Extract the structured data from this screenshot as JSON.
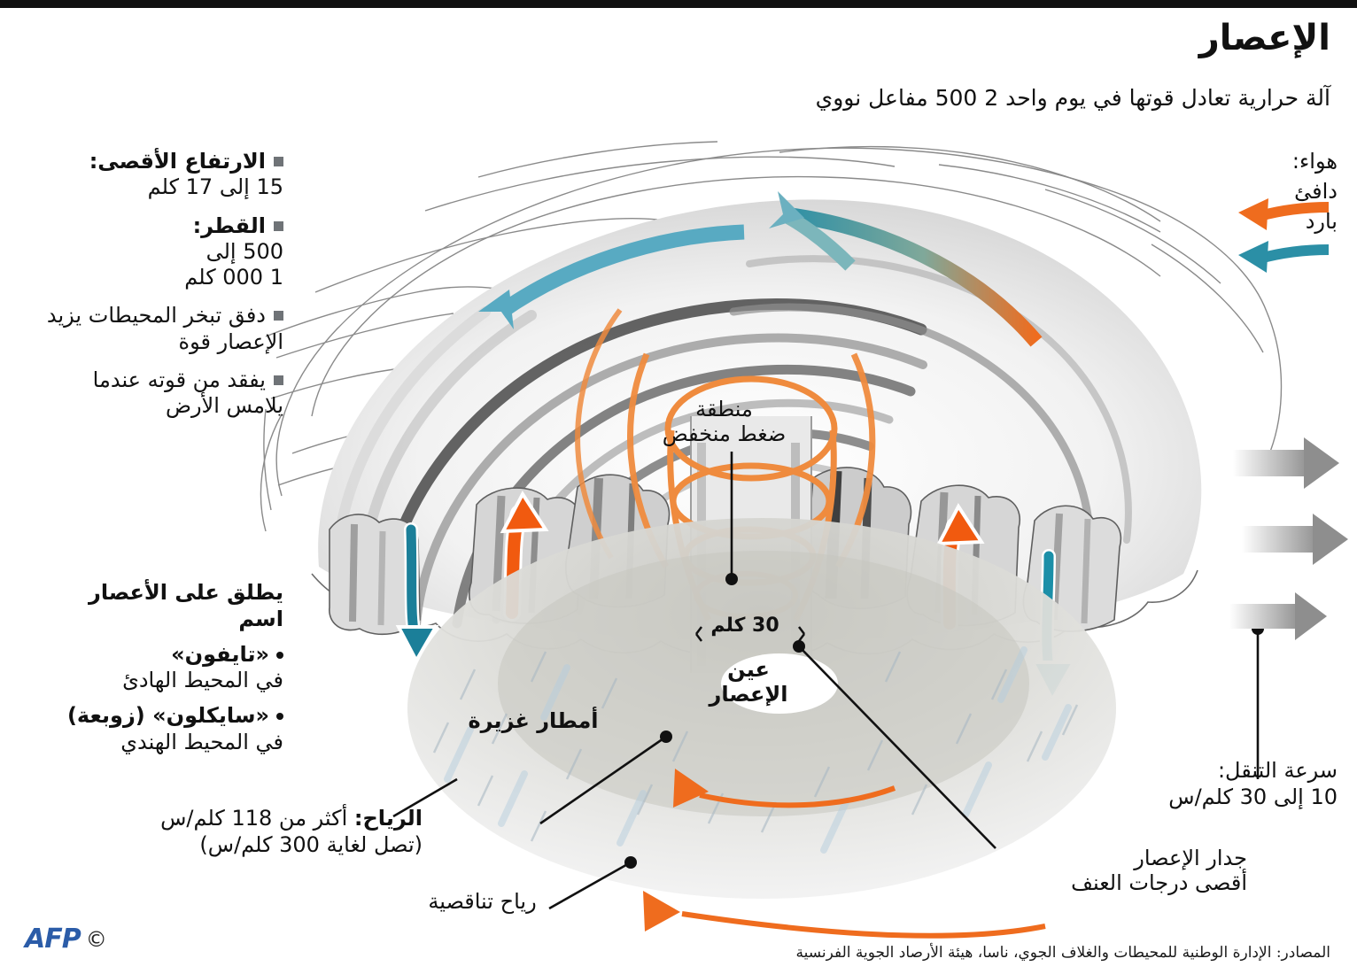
{
  "header": {
    "title": "الإعصار",
    "subtitle": "آلة حرارية تعادل قوتها في يوم واحد 2 500 مفاعل نووي"
  },
  "facts": [
    {
      "label": "الارتفاع الأقصى:",
      "value": "15 إلى 17 كلم"
    },
    {
      "label": "القطر:",
      "value": "500 إلى\n1 000 كلم"
    },
    {
      "label": "",
      "value": "دفق تبخر المحيطات يزيد الإعصار قوة"
    },
    {
      "label": "",
      "value": "يفقد من قوته عندما يلامس الأرض"
    }
  ],
  "facts_plain": {
    "diameter_line1": "500 إلى",
    "diameter_line2": "1 000 كلم",
    "evaporation": "دفق تبخر المحيطات يزيد الإعصار قوة",
    "landfall": "يفقد من قوته عندما يلامس الأرض"
  },
  "names": {
    "heading": "يطلق على الأعصار اسم",
    "items": [
      {
        "name": "«تايفون»",
        "where": "في المحيط الهادئ"
      },
      {
        "name": "«سايكلون» (زوبعة)",
        "where": "في المحيط الهندي"
      }
    ]
  },
  "wind": {
    "label": "الرياح:",
    "value": "أكثر من 118 كلم/س",
    "note": "(تصل لغاية 300 كلم/س)"
  },
  "legend": {
    "heading": "هواء:",
    "items": [
      {
        "label": "دافئ",
        "color": "#ef6c1e",
        "icon": "warm-air-arrow"
      },
      {
        "label": "بارد",
        "color": "#2b8fa6",
        "icon": "cold-air-arrow"
      }
    ]
  },
  "travel_speed": {
    "label": "سرعة التنقل:",
    "value": "10 إلى 30 كلم/س"
  },
  "art_labels": {
    "low_pressure": "منطقة\nضغط منخفض",
    "low_pressure_l1": "منطقة",
    "low_pressure_l2": "ضغط منخفض",
    "eye_l1": "عين",
    "eye_l2": "الإعصار",
    "eye_diameter": "30 كلم",
    "heavy_rain": "أمطار غزيرة",
    "decreasing_winds": "رياح تناقصية",
    "wall_l1": "جدار الإعصار",
    "wall_l2": "أقصى درجات العنف"
  },
  "footer": {
    "sources": "المصادر: الإدارة الوطنية للمحيطات والغلاف الجوي، ناسا، هيئة الأرصاد الجوية الفرنسية"
  },
  "brand": {
    "copyright": "©",
    "name": "AFP",
    "color": "#2b5ca8"
  },
  "colors": {
    "warm": "#ef6c1e",
    "cold": "#2b8fa6",
    "bullet": "#6f7377",
    "cloud_dark": "#585858",
    "cloud_mid": "#b9b9b9",
    "cloud_light": "#e6e6e6",
    "rain_blue": "#c8dbe8"
  }
}
